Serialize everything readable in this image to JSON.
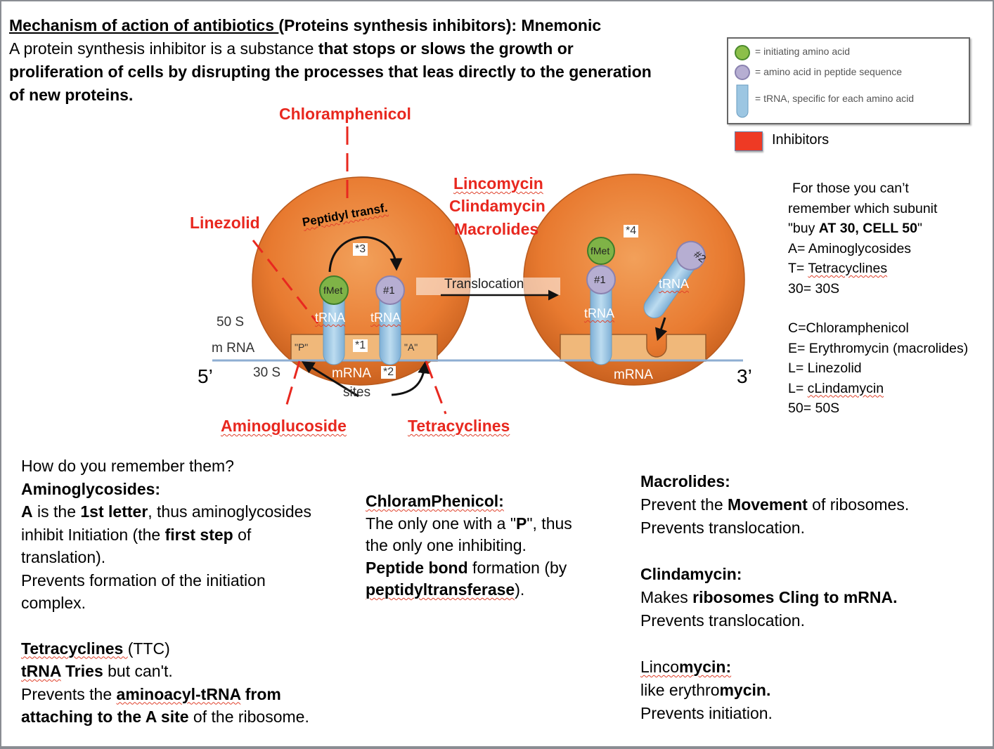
{
  "header": {
    "title_underlined": "Mechanism of action of antibiotics ",
    "title_rest": "(Proteins synthesis inhibitors): Mnemonic",
    "intro_plain": "A protein synthesis inhibitor is a substance ",
    "intro_bold1": "that stops or slows the growth or",
    "intro_bold2": "proliferation of cells by disrupting the processes that leas directly to the generation",
    "intro_bold3": "of new proteins."
  },
  "legend": {
    "items": [
      {
        "icon": "green-circle-icon",
        "label": "= initiating amino acid",
        "color": "#8cbf4a"
      },
      {
        "icon": "purple-circle-icon",
        "label": "= amino acid in peptide sequence",
        "color": "#b6aed2"
      },
      {
        "icon": "trna-tube-icon",
        "label": "= tRNA, specific for each amino acid",
        "color": "#9cc6e2"
      }
    ],
    "inhibitors_label": "Inhibitors",
    "inhibitors_color": "#ee3a24"
  },
  "inhibitors": {
    "chloramphenicol": "Chloramphenicol",
    "linezolid": "Linezolid",
    "aminoglucoside": "Aminoglucoside",
    "tetracyclines": "Tetracyclines",
    "lincomycin": "Lincomycin",
    "clindamycin": "Clindamycin",
    "macrolides": "Macrolides"
  },
  "diagram": {
    "peptidyl": "Peptidyl transf.",
    "step3": "*3",
    "step1": "*1",
    "step2": "*2",
    "step4": "*4",
    "fmet": "fMet",
    "aa1": "#1",
    "aa2": "#2",
    "trna": "tRNA",
    "s50": "50 S",
    "mrna_left": "m RNA",
    "s30": "30 S",
    "p_site": "\"P\"",
    "a_site": "\"A\"",
    "mrna": "mRNA",
    "sites": "sites",
    "translocation": "Translocation",
    "five_prime": "5’",
    "three_prime": "3’",
    "ribosome_color": "#e87a30",
    "mrna_line_color": "#8eaed2"
  },
  "mnemonic": {
    "l1": "For those you can’t",
    "l2": "remember which subunit",
    "l3a": "\"buy ",
    "l3b": "AT 30, CELL 50",
    "l3c": "\"",
    "l4": "A= Aminoglycosides",
    "l5a": "T=  ",
    "l5b": "Tetracyclines",
    "l6": "30= 30S",
    "l7": "C=Chloramphenicol",
    "l8": "E= Erythromycin (macrolides)",
    "l9": "L= Linezolid",
    "l10a": "L= ",
    "l10b": "cLindamycin",
    "l11": "50= 50S"
  },
  "notes_left": {
    "q": "How do you remember them?",
    "amino_head": "Aminoglycosides:",
    "a1_b1": "A",
    "a1_t1": " is the ",
    "a1_b2": "1st letter",
    "a1_t2": ", thus aminoglycosides",
    "a2_t1": "inhibit Initiation (the ",
    "a2_b1": "first step",
    "a2_t2": " of",
    "a3": "translation).",
    "a4": "Prevents formation of the initiation",
    "a5": "complex.",
    "tet_head": "Tetracyclines ",
    "tet_paren": "(TTC)",
    "t1_b1": "tRNA",
    "t1_b2": " Tries",
    "t1_t": " but can't.",
    "t2_t": "Prevents the ",
    "t2_b1": "aminoacyl-tRNA",
    "t2_b2": " from",
    "t3_b": "attaching to the A site",
    "t3_t": " of the ribosome."
  },
  "notes_mid": {
    "head": "ChloramPhenicol:",
    "l1a": "The only one with a \"",
    "l1b": "P",
    "l1c": "\", thus",
    "l2": "the only one inhibiting.",
    "l3b": "Peptide bond",
    "l3t": " formation (by",
    "l4b": "peptidyltransferase",
    "l4t": ")."
  },
  "notes_right": {
    "mac_head": "Macrolides:",
    "mac1a": "Prevent the ",
    "mac1b": "Movement",
    "mac1c": " of ribosomes.",
    "mac2": "Prevents translocation.",
    "cli_head": "Clindamycin:",
    "cli1a": "Makes ",
    "cli1b": "ribosomes Cling to mRNA.",
    "cli2": "Prevents translocation.",
    "lin_head_a": "Linco",
    "lin_head_b": "mycin:",
    "lin1a": "like erythro",
    "lin1b": "mycin.",
    "lin2": "Prevents initiation."
  }
}
